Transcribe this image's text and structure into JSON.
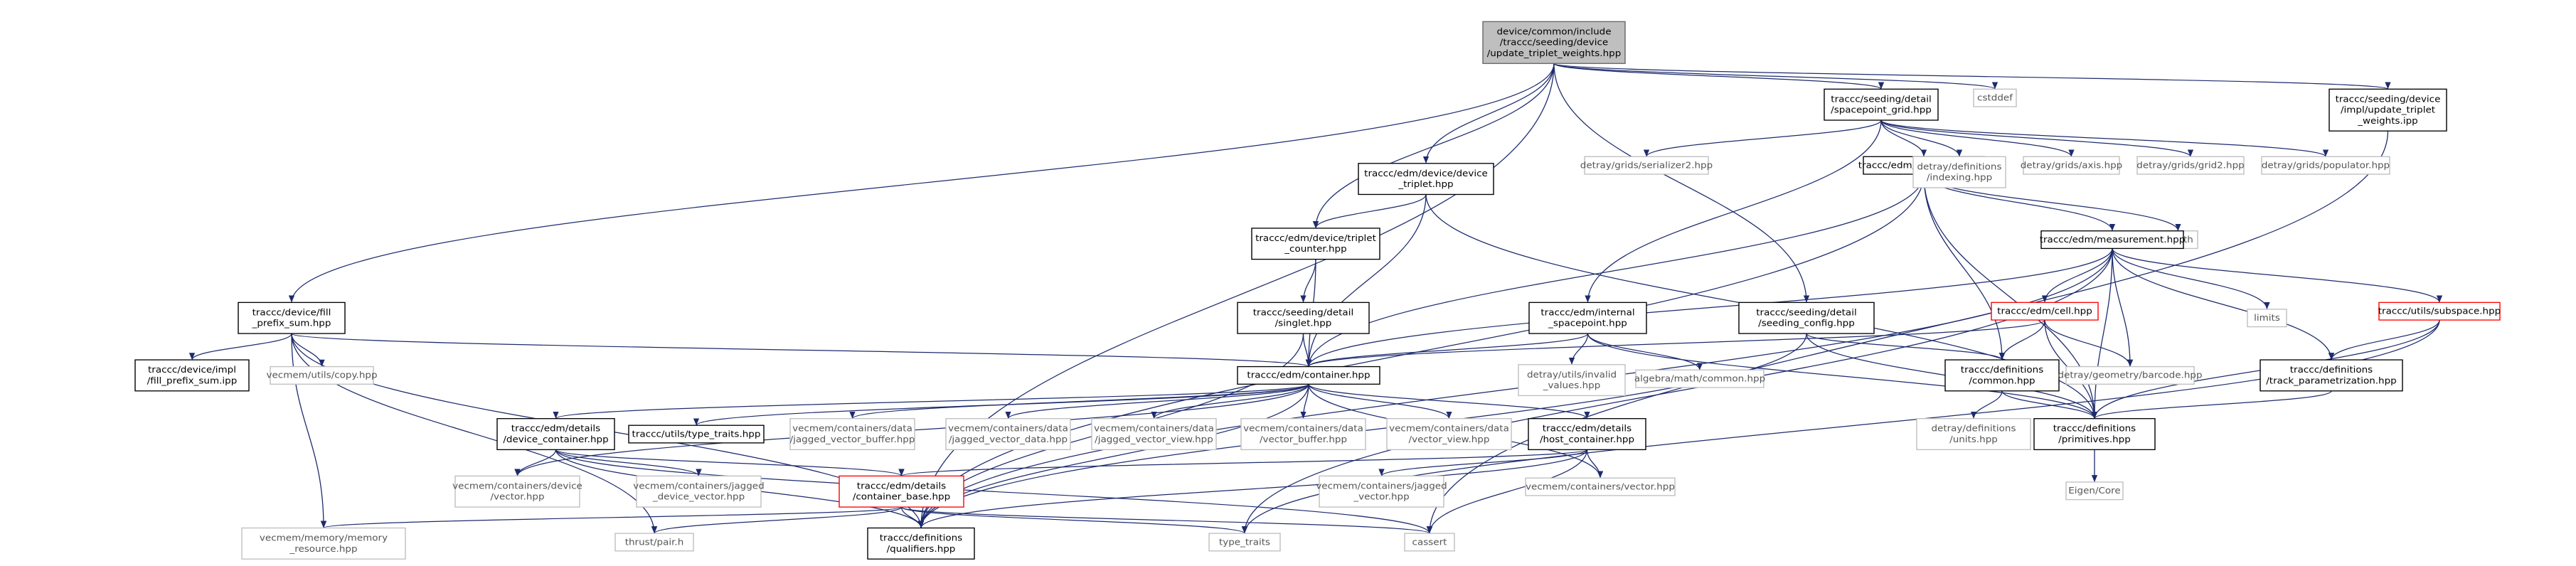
{
  "graph": {
    "nodes": [
      {
        "id": "root",
        "style": "root",
        "lines": [
          "device/common/include",
          "/traccc/seeding/device",
          "/update_triplet_weights.hpp"
        ]
      },
      {
        "id": "spgrid",
        "style": "normal",
        "lines": [
          "traccc/seeding/detail",
          "/spacepoint_grid.hpp"
        ]
      },
      {
        "id": "cstddef",
        "style": "ext",
        "lines": [
          "cstddef"
        ]
      },
      {
        "id": "upd_impl",
        "style": "normal",
        "lines": [
          "traccc/seeding/device",
          "/impl/update_triplet",
          "_weights.ipp"
        ]
      },
      {
        "id": "serializer",
        "style": "ext",
        "lines": [
          "detray/grids/serializer2.hpp"
        ]
      },
      {
        "id": "spacepoint",
        "style": "normal",
        "lines": [
          "traccc/edm/spacepoint.hpp"
        ]
      },
      {
        "id": "indexing",
        "style": "ext",
        "lines": [
          "detray/definitions",
          "/indexing.hpp"
        ]
      },
      {
        "id": "axis",
        "style": "ext",
        "lines": [
          "detray/grids/axis.hpp"
        ]
      },
      {
        "id": "grid2",
        "style": "ext",
        "lines": [
          "detray/grids/grid2.hpp"
        ]
      },
      {
        "id": "populator",
        "style": "ext",
        "lines": [
          "detray/grids/populator.hpp"
        ]
      },
      {
        "id": "dev_triplet",
        "style": "normal",
        "lines": [
          "traccc/edm/device/device",
          "_triplet.hpp"
        ]
      },
      {
        "id": "triplet_counter",
        "style": "normal",
        "lines": [
          "traccc/edm/device/triplet",
          "_counter.hpp"
        ]
      },
      {
        "id": "cmath",
        "style": "ext",
        "lines": [
          "cmath"
        ]
      },
      {
        "id": "measurement",
        "style": "normal",
        "lines": [
          "traccc/edm/measurement.hpp"
        ]
      },
      {
        "id": "fill_prefix",
        "style": "normal",
        "lines": [
          "traccc/device/fill",
          "_prefix_sum.hpp"
        ]
      },
      {
        "id": "singlet",
        "style": "normal",
        "lines": [
          "traccc/seeding/detail",
          "/singlet.hpp"
        ]
      },
      {
        "id": "internal_sp",
        "style": "normal",
        "lines": [
          "traccc/edm/internal",
          "_spacepoint.hpp"
        ]
      },
      {
        "id": "seeding_config",
        "style": "normal",
        "lines": [
          "traccc/seeding/detail",
          "/seeding_config.hpp"
        ]
      },
      {
        "id": "cell",
        "style": "red",
        "lines": [
          "traccc/edm/cell.hpp"
        ]
      },
      {
        "id": "limits",
        "style": "ext",
        "lines": [
          "limits"
        ]
      },
      {
        "id": "subspace",
        "style": "red",
        "lines": [
          "traccc/utils/subspace.hpp"
        ]
      },
      {
        "id": "fill_impl",
        "style": "normal",
        "lines": [
          "traccc/device/impl",
          "/fill_prefix_sum.ipp"
        ]
      },
      {
        "id": "vm_copy",
        "style": "ext",
        "lines": [
          "vecmem/utils/copy.hpp"
        ]
      },
      {
        "id": "container",
        "style": "normal",
        "lines": [
          "traccc/edm/container.hpp"
        ]
      },
      {
        "id": "invalid_values",
        "style": "ext",
        "lines": [
          "detray/utils/invalid",
          "_values.hpp"
        ]
      },
      {
        "id": "algebra_common",
        "style": "ext",
        "lines": [
          "algebra/math/common.hpp"
        ]
      },
      {
        "id": "def_common",
        "style": "normal",
        "lines": [
          "traccc/definitions",
          "/common.hpp"
        ]
      },
      {
        "id": "barcode",
        "style": "ext",
        "lines": [
          "detray/geometry/barcode.hpp"
        ]
      },
      {
        "id": "track_param",
        "style": "normal",
        "lines": [
          "traccc/definitions",
          "/track_parametrization.hpp"
        ]
      },
      {
        "id": "dev_container",
        "style": "normal",
        "lines": [
          "traccc/edm/details",
          "/device_container.hpp"
        ]
      },
      {
        "id": "type_traits_hpp",
        "style": "normal",
        "lines": [
          "traccc/utils/type_traits.hpp"
        ]
      },
      {
        "id": "jv_buffer",
        "style": "ext",
        "lines": [
          "vecmem/containers/data",
          "/jagged_vector_buffer.hpp"
        ]
      },
      {
        "id": "jv_data",
        "style": "ext",
        "lines": [
          "vecmem/containers/data",
          "/jagged_vector_data.hpp"
        ]
      },
      {
        "id": "jv_view",
        "style": "ext",
        "lines": [
          "vecmem/containers/data",
          "/jagged_vector_view.hpp"
        ]
      },
      {
        "id": "v_buffer",
        "style": "ext",
        "lines": [
          "vecmem/containers/data",
          "/vector_buffer.hpp"
        ]
      },
      {
        "id": "v_view",
        "style": "ext",
        "lines": [
          "vecmem/containers/data",
          "/vector_view.hpp"
        ]
      },
      {
        "id": "host_container",
        "style": "normal",
        "lines": [
          "traccc/edm/details",
          "/host_container.hpp"
        ]
      },
      {
        "id": "units",
        "style": "ext",
        "lines": [
          "detray/definitions",
          "/units.hpp"
        ]
      },
      {
        "id": "primitives",
        "style": "normal",
        "lines": [
          "traccc/definitions",
          "/primitives.hpp"
        ]
      },
      {
        "id": "dev_vector",
        "style": "ext",
        "lines": [
          "vecmem/containers/device",
          "/vector.hpp"
        ]
      },
      {
        "id": "jagged_dev_vector",
        "style": "ext",
        "lines": [
          "vecmem/containers/jagged",
          "_device_vector.hpp"
        ]
      },
      {
        "id": "container_base",
        "style": "red",
        "lines": [
          "traccc/edm/details",
          "/container_base.hpp"
        ]
      },
      {
        "id": "jagged_vector",
        "style": "ext",
        "lines": [
          "vecmem/containers/jagged",
          "_vector.hpp"
        ]
      },
      {
        "id": "vm_vector",
        "style": "ext",
        "lines": [
          "vecmem/containers/vector.hpp"
        ]
      },
      {
        "id": "eigen",
        "style": "ext",
        "lines": [
          "Eigen/Core"
        ]
      },
      {
        "id": "memory_resource",
        "style": "ext",
        "lines": [
          "vecmem/memory/memory",
          "_resource.hpp"
        ]
      },
      {
        "id": "pair",
        "style": "ext",
        "lines": [
          "thrust/pair.h"
        ]
      },
      {
        "id": "qualifiers",
        "style": "normal",
        "lines": [
          "traccc/definitions",
          "/qualifiers.hpp"
        ]
      },
      {
        "id": "type_traits",
        "style": "ext",
        "lines": [
          "type_traits"
        ]
      },
      {
        "id": "cassert",
        "style": "ext",
        "lines": [
          "cassert"
        ]
      }
    ],
    "edges": [
      [
        "root",
        "spgrid"
      ],
      [
        "root",
        "cstddef"
      ],
      [
        "root",
        "upd_impl"
      ],
      [
        "root",
        "dev_triplet"
      ],
      [
        "root",
        "triplet_counter"
      ],
      [
        "root",
        "fill_prefix"
      ],
      [
        "root",
        "seeding_config"
      ],
      [
        "root",
        "qualifiers"
      ],
      [
        "upd_impl",
        "cassert"
      ],
      [
        "spgrid",
        "serializer"
      ],
      [
        "spgrid",
        "spacepoint"
      ],
      [
        "spgrid",
        "indexing"
      ],
      [
        "spgrid",
        "axis"
      ],
      [
        "spgrid",
        "grid2"
      ],
      [
        "spgrid",
        "populator"
      ],
      [
        "spgrid",
        "internal_sp"
      ],
      [
        "spacepoint",
        "cmath"
      ],
      [
        "spacepoint",
        "measurement"
      ],
      [
        "spacepoint",
        "container"
      ],
      [
        "spacepoint",
        "def_common"
      ],
      [
        "spacepoint",
        "qualifiers"
      ],
      [
        "spacepoint",
        "primitives"
      ],
      [
        "dev_triplet",
        "triplet_counter"
      ],
      [
        "dev_triplet",
        "container"
      ],
      [
        "dev_triplet",
        "primitives"
      ],
      [
        "triplet_counter",
        "singlet"
      ],
      [
        "triplet_counter",
        "container"
      ],
      [
        "singlet",
        "container"
      ],
      [
        "singlet",
        "qualifiers"
      ],
      [
        "measurement",
        "container"
      ],
      [
        "measurement",
        "cell"
      ],
      [
        "measurement",
        "limits"
      ],
      [
        "measurement",
        "subspace"
      ],
      [
        "measurement",
        "barcode"
      ],
      [
        "measurement",
        "track_param"
      ],
      [
        "measurement",
        "primitives"
      ],
      [
        "measurement",
        "qualifiers"
      ],
      [
        "measurement",
        "type_traits"
      ],
      [
        "fill_prefix",
        "fill_impl"
      ],
      [
        "fill_prefix",
        "vm_copy"
      ],
      [
        "fill_prefix",
        "container"
      ],
      [
        "fill_prefix",
        "memory_resource"
      ],
      [
        "fill_prefix",
        "pair"
      ],
      [
        "fill_prefix",
        "qualifiers"
      ],
      [
        "internal_sp",
        "container"
      ],
      [
        "internal_sp",
        "invalid_values"
      ],
      [
        "internal_sp",
        "algebra_common"
      ],
      [
        "internal_sp",
        "primitives"
      ],
      [
        "seeding_config",
        "def_common"
      ],
      [
        "seeding_config",
        "primitives"
      ],
      [
        "seeding_config",
        "qualifiers"
      ],
      [
        "cell",
        "container"
      ],
      [
        "cell",
        "def_common"
      ],
      [
        "cell",
        "barcode"
      ],
      [
        "cell",
        "primitives"
      ],
      [
        "subspace",
        "track_param"
      ],
      [
        "subspace",
        "primitives"
      ],
      [
        "subspace",
        "type_traits"
      ],
      [
        "def_common",
        "units"
      ],
      [
        "def_common",
        "primitives"
      ],
      [
        "track_param",
        "primitives"
      ],
      [
        "primitives",
        "eigen"
      ],
      [
        "container",
        "dev_container"
      ],
      [
        "container",
        "type_traits_hpp"
      ],
      [
        "container",
        "jv_buffer"
      ],
      [
        "container",
        "jv_data"
      ],
      [
        "container",
        "jv_view"
      ],
      [
        "container",
        "v_buffer"
      ],
      [
        "container",
        "v_view"
      ],
      [
        "container",
        "host_container"
      ],
      [
        "container",
        "dev_vector"
      ],
      [
        "container",
        "vm_vector"
      ],
      [
        "container",
        "qualifiers"
      ],
      [
        "dev_container",
        "dev_vector"
      ],
      [
        "dev_container",
        "jagged_dev_vector"
      ],
      [
        "dev_container",
        "container_base"
      ],
      [
        "dev_container",
        "qualifiers"
      ],
      [
        "dev_container",
        "cassert"
      ],
      [
        "host_container",
        "jagged_vector"
      ],
      [
        "host_container",
        "vm_vector"
      ],
      [
        "host_container",
        "container_base"
      ],
      [
        "host_container",
        "qualifiers"
      ],
      [
        "host_container",
        "cassert"
      ],
      [
        "container_base",
        "memory_resource"
      ],
      [
        "container_base",
        "pair"
      ],
      [
        "container_base",
        "qualifiers"
      ],
      [
        "container_base",
        "type_traits"
      ],
      [
        "container_base",
        "cassert"
      ]
    ]
  }
}
